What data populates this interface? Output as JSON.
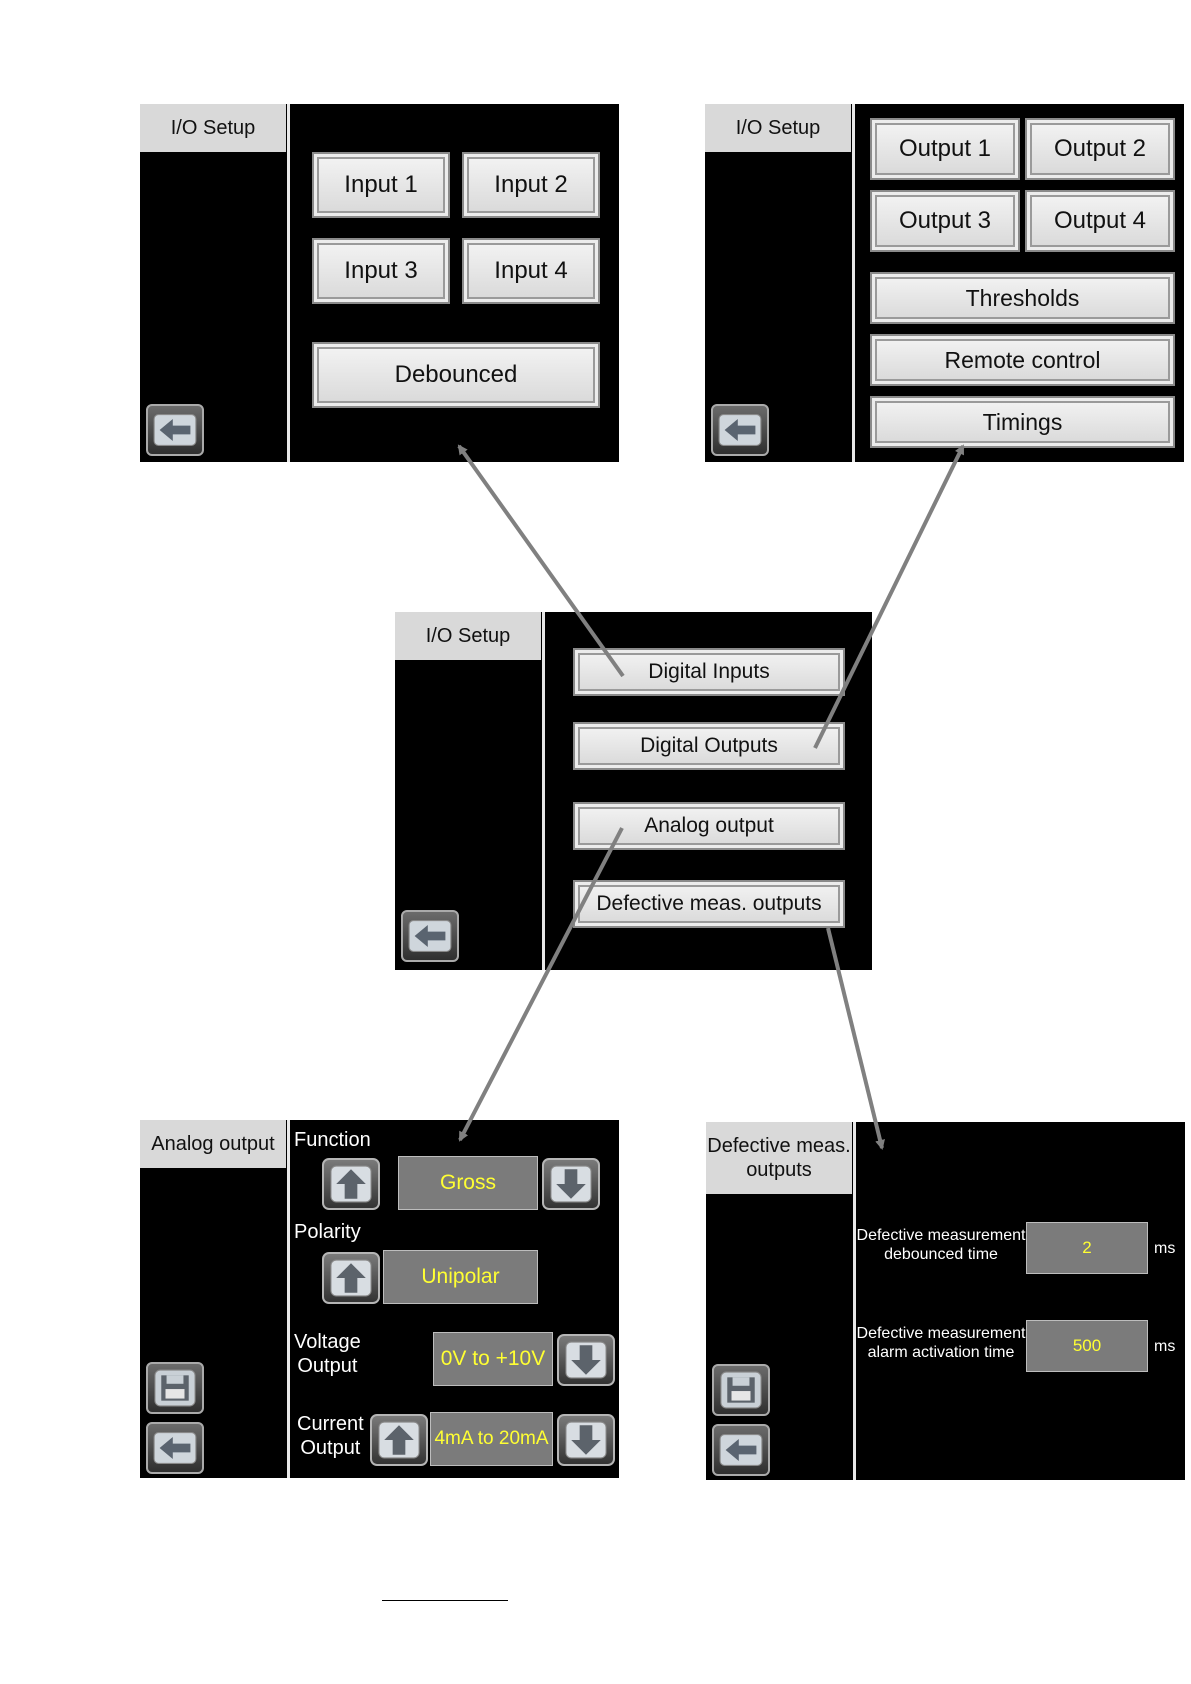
{
  "colors": {
    "screen_bg": "#000000",
    "tab_bg": "#d9d9d9",
    "value_text": "#ffff33",
    "arrow": "#808080"
  },
  "digital_inputs_screen": {
    "title": "I/O Setup",
    "buttons": [
      "Input 1",
      "Input 2",
      "Input 3",
      "Input 4"
    ],
    "debounced": "Debounced",
    "back_icon": "back-arrow-icon"
  },
  "digital_outputs_screen": {
    "title": "I/O Setup",
    "buttons": [
      "Output 1",
      "Output 2",
      "Output 3",
      "Output 4"
    ],
    "thresholds": "Thresholds",
    "remote_control": "Remote control",
    "timings": "Timings",
    "back_icon": "back-arrow-icon"
  },
  "io_setup_screen": {
    "title": "I/O Setup",
    "menu": [
      "Digital Inputs",
      "Digital Outputs",
      "Analog output",
      "Defective meas. outputs"
    ],
    "back_icon": "back-arrow-icon"
  },
  "analog_output_screen": {
    "title": "Analog output",
    "function_label": "Function",
    "function_value": "Gross",
    "polarity_label": "Polarity",
    "polarity_value": "Unipolar",
    "voltage_label_1": "Voltage",
    "voltage_label_2": "Output",
    "voltage_value": "0V to +10V",
    "current_label_1": "Current",
    "current_label_2": "Output",
    "current_value": "4mA to 20mA",
    "icons": [
      "up-arrow-icon",
      "down-arrow-icon",
      "save-icon",
      "back-arrow-icon"
    ]
  },
  "defective_screen": {
    "title_1": "Defective meas.",
    "title_2": "outputs",
    "debounce_label_1": "Defective measurement",
    "debounce_label_2": "debounced time",
    "debounce_value": "2",
    "debounce_unit": "ms",
    "alarm_label_1": "Defective measurement",
    "alarm_label_2": "alarm activation time",
    "alarm_value": "500",
    "alarm_unit": "ms",
    "icons": [
      "save-icon",
      "back-arrow-icon"
    ]
  }
}
